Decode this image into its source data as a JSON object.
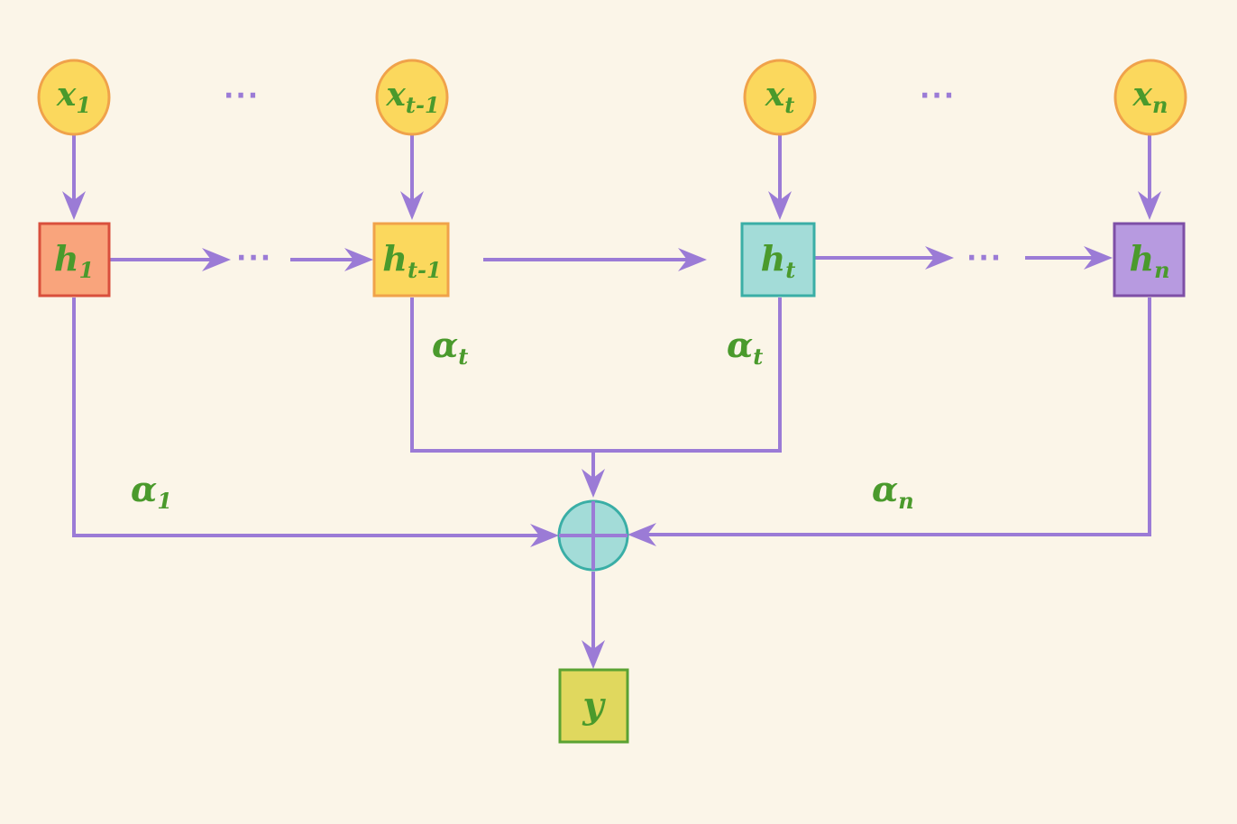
{
  "colors": {
    "background": "#fbf5e8",
    "arrow": "#9b7bd6",
    "label_text": "#4a9a2c",
    "input_fill": "#fbd85d",
    "input_stroke": "#f0a24a",
    "h1_fill": "#f9a47c",
    "h1_stroke": "#d94f3c",
    "ht1_fill": "#fbd85d",
    "ht1_stroke": "#f0a24a",
    "ht_fill": "#a3dcd8",
    "ht_stroke": "#3aaea6",
    "hn_fill": "#b79ae0",
    "hn_stroke": "#7e4fa6",
    "sum_fill": "#a3dcd8",
    "sum_stroke": "#3aaea6",
    "y_fill": "#e0d85e",
    "y_stroke": "#5aa232"
  },
  "inputs": [
    {
      "base": "x",
      "sub": "1"
    },
    {
      "base": "x",
      "sub": "t-1"
    },
    {
      "base": "x",
      "sub": "t"
    },
    {
      "base": "x",
      "sub": "n"
    }
  ],
  "hidden": [
    {
      "base": "h",
      "sub": "1"
    },
    {
      "base": "h",
      "sub": "t-1"
    },
    {
      "base": "h",
      "sub": "t"
    },
    {
      "base": "h",
      "sub": "n"
    }
  ],
  "weights": [
    {
      "base": "α",
      "sub": "1"
    },
    {
      "base": "α",
      "sub": "t"
    },
    {
      "base": "α",
      "sub": "t"
    },
    {
      "base": "α",
      "sub": "n"
    }
  ],
  "output": {
    "base": "y"
  },
  "ellipsis": "···"
}
